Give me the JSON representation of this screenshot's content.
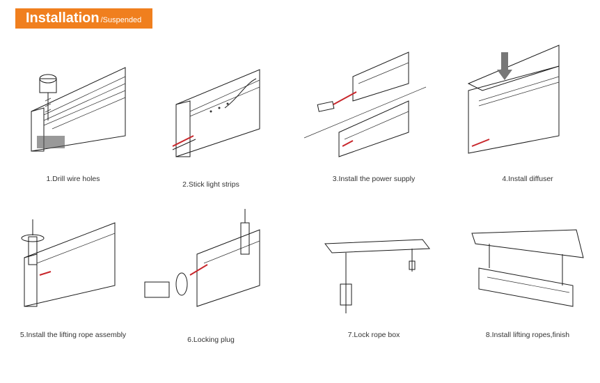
{
  "header": {
    "title": "Installation",
    "subtitle": "/Suspended",
    "color": "#f07f1e"
  },
  "steps": [
    {
      "label": "1.Drill wire holes"
    },
    {
      "label": "2.Stick light strips"
    },
    {
      "label": "3.Install the power supply"
    },
    {
      "label": "4.Install diffuser"
    },
    {
      "label": "5.Install the lifting rope assembly"
    },
    {
      "label": "6.Locking plug"
    },
    {
      "label": "7.Lock rope box"
    },
    {
      "label": "8.Install lifting ropes,finish"
    }
  ]
}
